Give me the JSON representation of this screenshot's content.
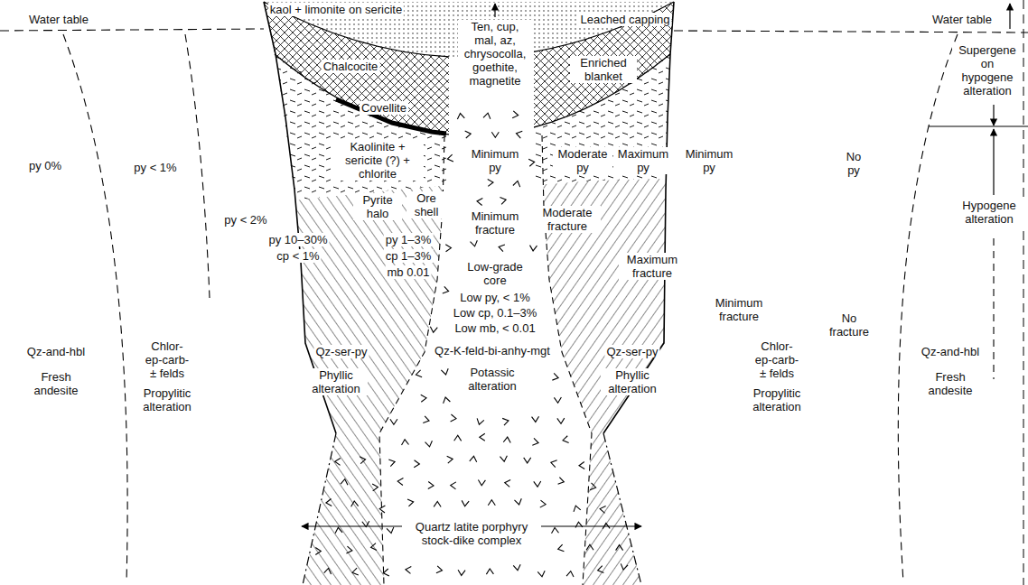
{
  "diagram": {
    "labels": [
      "Water table",
      "kaol + limonite on sericite",
      "Ten, cup, mal, az, chrysocolla, goethite, magnetite",
      "Leached capping",
      "Water table",
      "Chalcocite",
      "Enriched blanket",
      "Supergene on hypogene alteration",
      "Covellite",
      "Minimum py",
      "Moderate py",
      "Maximum py",
      "Minimum py",
      "No py",
      "Kaolinite + sericite (?) + chlorite",
      "py 0%",
      "py < 1%",
      "Pyrite halo",
      "Ore shell",
      "Minimum fracture",
      "Moderate fracture",
      "Hypogene alteration",
      "py < 2%",
      "py 10–30%",
      "cp < 1%",
      "py 1–3%",
      "cp 1–3%",
      "mb 0.01",
      "Low-grade core",
      "Maximum fracture",
      "Low py, < 1%",
      "Low cp, 0.1–3%",
      "Low mb, < 0.01",
      "Minimum fracture",
      "No fracture",
      "Qz-and-hbl",
      "Chlor-ep-carb-± felds",
      "Qz-ser-py",
      "Qz-K-feld-bi-anhy-mgt",
      "Qz-ser-py",
      "Chlor-ep-carb-± felds",
      "Qz-and-hbl",
      "Fresh andesite",
      "Propylitic alteration",
      "Phyllic alteration",
      "Potassic alteration",
      "Phyllic alteration",
      "Propylitic alteration",
      "Fresh andesite",
      "Quartz latite porphyry stock-dike complex"
    ]
  }
}
